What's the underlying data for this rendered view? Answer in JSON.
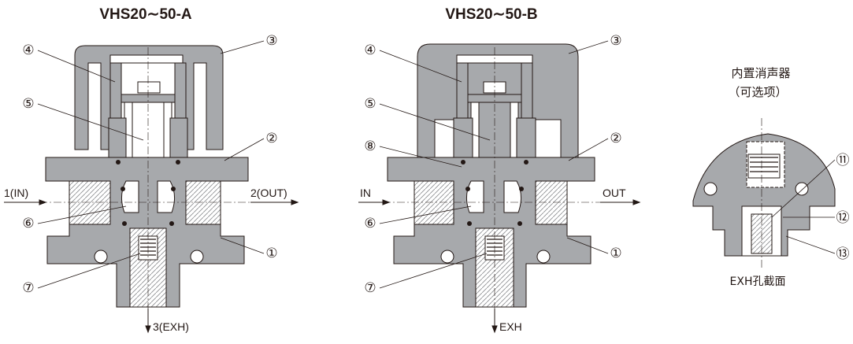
{
  "diagram_a": {
    "title": "VHS20∼50-A",
    "port_in": "1(IN)",
    "port_out": "2(OUT)",
    "port_exh": "3(EXH)",
    "callouts": [
      "③",
      "④",
      "⑤",
      "②",
      "⑥",
      "①",
      "⑦"
    ]
  },
  "diagram_b": {
    "title": "VHS20∼50-B",
    "port_in": "IN",
    "port_out": "OUT",
    "port_exh": "EXH",
    "callouts": [
      "③",
      "④",
      "⑤",
      "⑧",
      "②",
      "⑥",
      "①",
      "⑦"
    ]
  },
  "silencer": {
    "title_line1": "内置消声器",
    "title_line2": "（可选项）",
    "caption": "EXH孔截面",
    "callouts": [
      "⑪",
      "⑫",
      "⑬"
    ]
  },
  "colors": {
    "section_fill": "#a7a9ac",
    "line": "#231815",
    "background": "#ffffff"
  }
}
